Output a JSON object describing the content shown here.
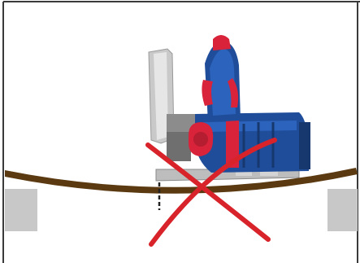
{
  "illustration": {
    "icons": {
      "frame": "border-frame",
      "saw": "circular-saw-icon",
      "board": "bent-board",
      "supports": "support-block-icon",
      "cut_line": "dashed-cut-line",
      "prohibition": "red-x-icon"
    },
    "colors": {
      "frame": "#3a3a3a",
      "saw_body": "#1f4d9a",
      "saw_body_dark": "#17386f",
      "saw_accent": "#d8233a",
      "blade_guard": "#c9c9c9",
      "board": "#5b3a12",
      "support": "#c8c8c8",
      "cut_line": "#222222",
      "cross": "#d8232a"
    }
  }
}
